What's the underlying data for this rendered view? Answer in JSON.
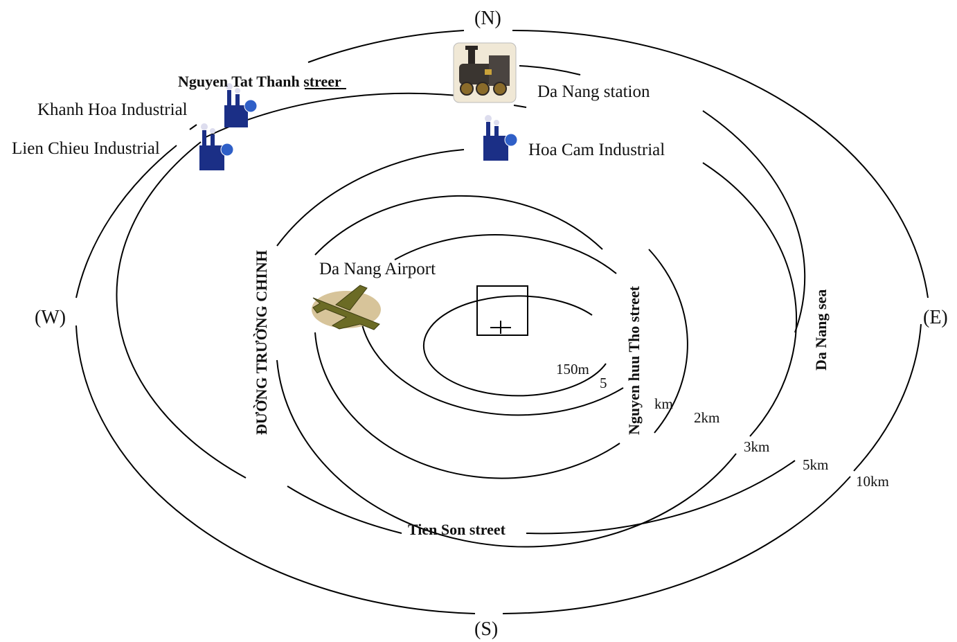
{
  "directions": {
    "north": "(N)",
    "south": "(S)",
    "east": "(E)",
    "west": "(W)"
  },
  "distances": {
    "r1": "150m",
    "r1b": "5",
    "r2": "km",
    "r3": "2km",
    "r4": "3km",
    "r5": "5km",
    "r6": "10km"
  },
  "places": {
    "station": "Da Nang  station",
    "hoa_cam": "Hoa Cam  Industrial",
    "khanh_hoa": "Khanh Hoa Industrial",
    "lien_chieu": "Lien Chieu Industrial",
    "airport": "Da Nang Airport"
  },
  "streets": {
    "nguyen_tat_thanh": "Nguyen Tat Thanh   streer",
    "truong_chinh": "ĐƯỜNG TRƯỜNG CHINH",
    "nguyen_huu_tho": "Nguyen huu Tho street",
    "tien_son": "Tien Son street",
    "sea": "Da Nang sea"
  },
  "icons": {
    "train": "steam-locomotive-icon",
    "factory": "factory-icon",
    "plane": "airplane-icon",
    "center": "crosshair-marker-icon"
  },
  "colors": {
    "line": "#000000",
    "plane": "#6b6b25",
    "plane_shadow": "#d7c49a",
    "factory": "#1b2f86"
  }
}
